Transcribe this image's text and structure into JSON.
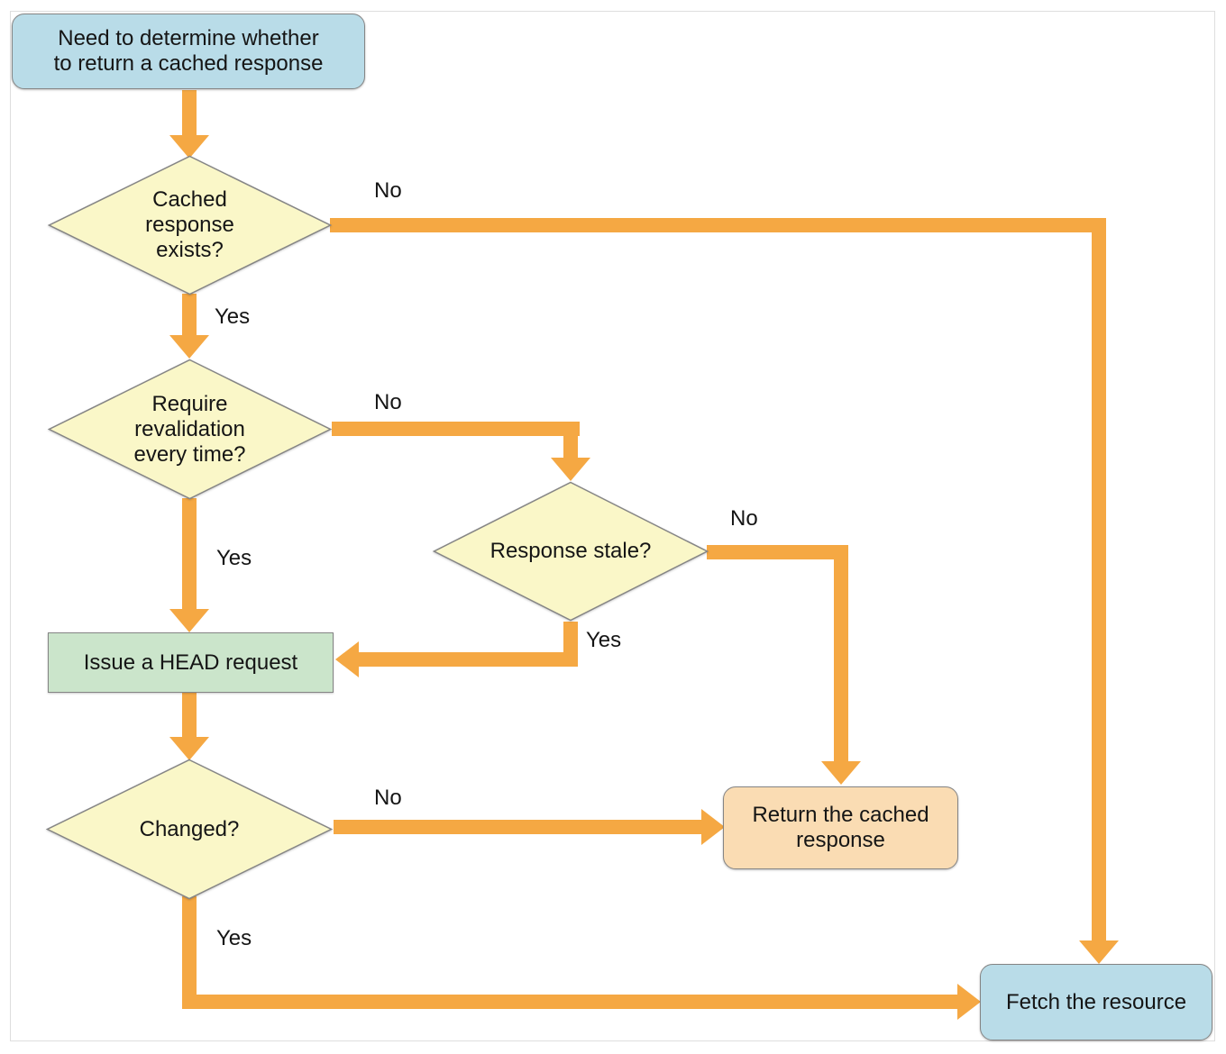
{
  "colors": {
    "arrow": "#F5A843",
    "blue": "#B9DCE8",
    "yellow": "#FAF7C8",
    "green": "#CBE5CB",
    "peach": "#FADCB3",
    "border": "#858585",
    "text": "#151515",
    "frame": "#DEDEDE",
    "bg": "#FFFFFF"
  },
  "nodes": {
    "start": "Need to determine whether\nto return a cached response",
    "cached_exists": "Cached\nresponse\nexists?",
    "require_revalidation": "Require\nrevalidation\nevery time?",
    "response_stale": "Response stale?",
    "issue_head": "Issue a HEAD request",
    "changed": "Changed?",
    "return_cached": "Return the cached\nresponse",
    "fetch_resource": "Fetch the resource"
  },
  "edges": {
    "cached_no": "No",
    "cached_yes": "Yes",
    "revalidate_no": "No",
    "revalidate_yes": "Yes",
    "stale_no": "No",
    "stale_yes": "Yes",
    "changed_no": "No",
    "changed_yes": "Yes"
  }
}
